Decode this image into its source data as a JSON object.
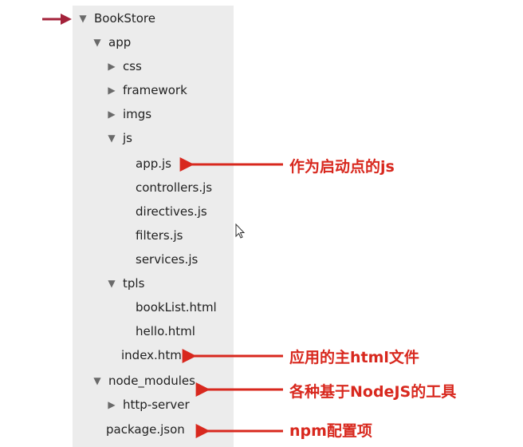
{
  "tree": {
    "root": {
      "label": "BookStore",
      "state": "expanded"
    },
    "app": {
      "label": "app",
      "state": "expanded"
    },
    "css": {
      "label": "css",
      "state": "collapsed"
    },
    "framework": {
      "label": "framework",
      "state": "collapsed"
    },
    "imgs": {
      "label": "imgs",
      "state": "collapsed"
    },
    "js": {
      "label": "js",
      "state": "expanded"
    },
    "app_js": {
      "label": "app.js"
    },
    "controllers_js": {
      "label": "controllers.js"
    },
    "directives_js": {
      "label": "directives.js"
    },
    "filters_js": {
      "label": "filters.js"
    },
    "services_js": {
      "label": "services.js"
    },
    "tpls": {
      "label": "tpls",
      "state": "expanded"
    },
    "booklist_html": {
      "label": "bookList.html"
    },
    "hello_html": {
      "label": "hello.html"
    },
    "index_html": {
      "label": "index.html"
    },
    "node_modules": {
      "label": "node_modules",
      "state": "expanded"
    },
    "http_server": {
      "label": "http-server",
      "state": "collapsed"
    },
    "package_json": {
      "label": "package.json"
    }
  },
  "annotations": {
    "app_js": "作为启动点的js",
    "index_html": "应用的主html文件",
    "node_modules": "各种基于NodeJS的工具",
    "package_json": "npm配置项"
  },
  "colors": {
    "annotation": "#d8281e",
    "root_arrow": "#a3223a",
    "panel": "#ececec",
    "text": "#1f1f1f"
  }
}
